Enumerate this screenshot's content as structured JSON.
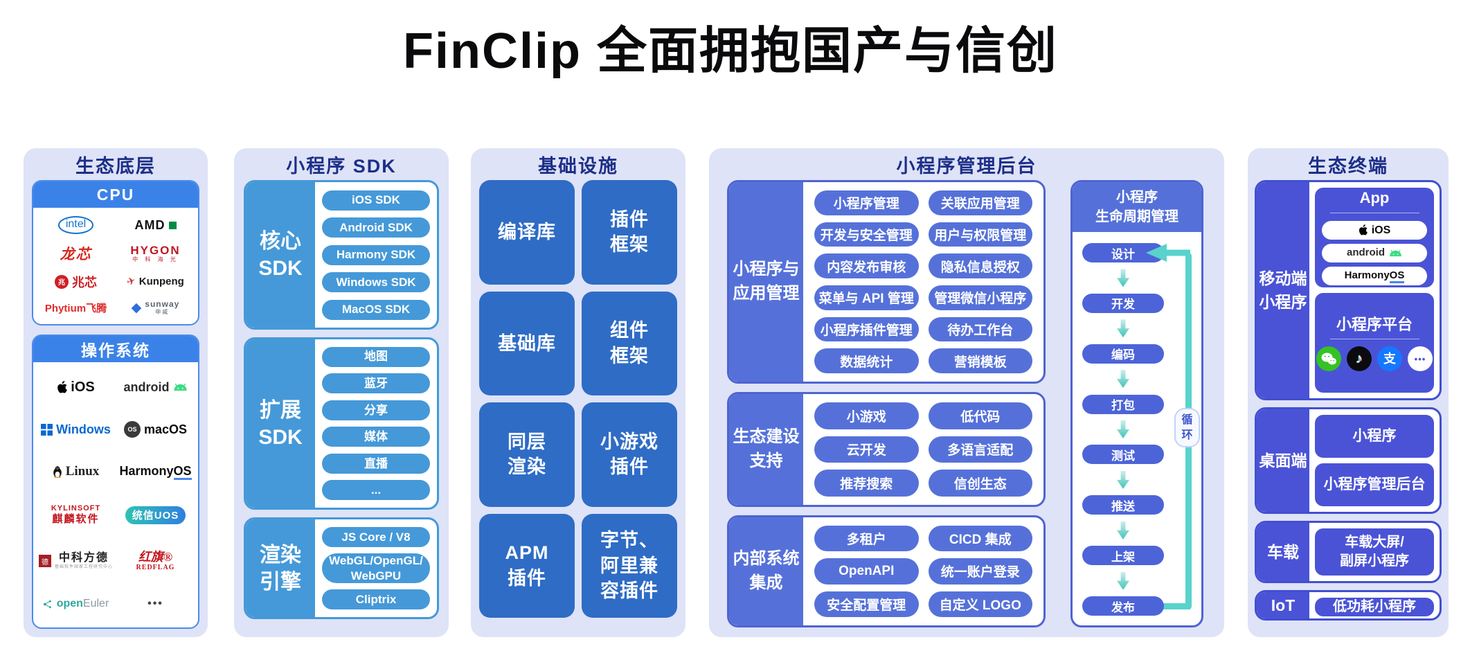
{
  "title": "FinClip 全面拥抱国产与信创",
  "colors": {
    "panel_bg": "#dee3f7",
    "header_text": "#1d2f87",
    "cpu_header_blue": "#3b82e8",
    "sdk_blue": "#4599d8",
    "infra_blue": "#2f6cc5",
    "admin_indigo": "#5571d9",
    "terminal_indigo": "#4a53d6",
    "lifecycle_teal": "#58d3cc"
  },
  "eco_base": {
    "header": "生态底层",
    "cpu_header": "CPU",
    "cpu_logos": {
      "intel": "intel",
      "amd": "AMD",
      "loongson": "龙芯",
      "hygon": "HYGON",
      "hygon_sub": "中 科 海 光",
      "zhaoxin_icon": "兆",
      "zhaoxin": "兆芯",
      "kunpeng": "Kunpeng",
      "phytium": "Phytium飞腾",
      "sunway": "sunway",
      "sunway_sub": "申威"
    },
    "os_header": "操作系统",
    "os_logos": {
      "ios": "iOS",
      "android": "android",
      "windows": "Windows",
      "macos_icon": "OS",
      "macos": "macOS",
      "linux": "Linux",
      "harmony_a": "Harmony",
      "harmony_b": "OS",
      "kylin_en": "KYLINSOFT",
      "kylin_cn": "麒麟软件",
      "uos": "统信UOS",
      "fangde_icon": "德",
      "fangde": "中科方德",
      "fangde_sub": "基础软件国家工程研究中心",
      "redflag_cn": "红旗®",
      "redflag_en": "REDFLAG",
      "openeuler_a": "open",
      "openeuler_b": "Euler",
      "more": "•••"
    }
  },
  "sdk": {
    "header": "小程序 SDK",
    "core": {
      "label": "核心\nSDK",
      "pills": [
        "iOS SDK",
        "Android SDK",
        "Harmony SDK",
        "Windows SDK",
        "MacOS SDK"
      ]
    },
    "ext": {
      "label": "扩展\nSDK",
      "pills": [
        "地图",
        "蓝牙",
        "分享",
        "媒体",
        "直播",
        "..."
      ]
    },
    "render": {
      "label": "渲染\n引擎",
      "pills": [
        "JS Core / V8",
        "WebGL/OpenGL/\nWebGPU",
        "Cliptrix"
      ]
    }
  },
  "infra": {
    "header": "基础设施",
    "cells": [
      "编译库",
      "插件\n框架",
      "基础库",
      "组件\n框架",
      "同层\n渲染",
      "小游戏\n插件",
      "APM\n插件",
      "字节、\n阿里兼\n容插件"
    ]
  },
  "admin": {
    "header": "小程序管理后台",
    "groups": [
      {
        "label": "小程序与\n应用管理",
        "pills": [
          "小程序管理",
          "关联应用管理",
          "开发与安全管理",
          "用户与权限管理",
          "内容发布审核",
          "隐私信息授权",
          "菜单与 API 管理",
          "管理微信小程序",
          "小程序插件管理",
          "待办工作台",
          "数据统计",
          "营销模板"
        ]
      },
      {
        "label": "生态建设\n支持",
        "pills": [
          "小游戏",
          "低代码",
          "云开发",
          "多语言适配",
          "推荐搜索",
          "信创生态"
        ]
      },
      {
        "label": "内部系统\n集成",
        "pills": [
          "多租户",
          "CICD 集成",
          "OpenAPI",
          "统一账户登录",
          "安全配置管理",
          "自定义 LOGO"
        ]
      }
    ],
    "lifecycle": {
      "header": "小程序\n生命周期管理",
      "steps": [
        "设计",
        "开发",
        "编码",
        "打包",
        "测试",
        "推送",
        "上架",
        "发布"
      ],
      "loop": "循\n环"
    }
  },
  "terminal": {
    "header": "生态终端",
    "mobile": {
      "label": "移动端\n小程序",
      "app_title": "App",
      "pill_ios": "iOS",
      "pill_android": "android",
      "pill_harmony_a": "Harmony",
      "pill_harmony_b": "OS",
      "platform_title": "小程序平台",
      "alipay_char": "支"
    },
    "desktop": {
      "label": "桌面端",
      "cards": [
        "小程序",
        "小程序管理后台"
      ]
    },
    "car": {
      "label": "车载",
      "card": "车载大屏/\n副屏小程序"
    },
    "iot": {
      "label": "IoT",
      "card": "低功耗小程序"
    }
  }
}
